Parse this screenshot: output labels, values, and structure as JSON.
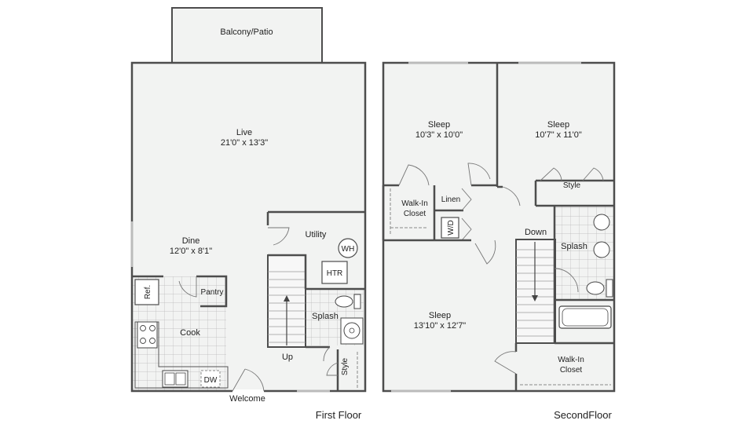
{
  "colors": {
    "background": "#ffffff",
    "room_fill": "#f2f3f2",
    "wall": "#4d4d4d",
    "tile_line": "#b8b8b8"
  },
  "first_floor": {
    "caption": "First Floor",
    "entry": "Welcome",
    "stair_label": "Up",
    "rooms": {
      "balcony": {
        "name": "Balcony/Patio"
      },
      "live": {
        "name": "Live",
        "dims": "21'0\" x 13'3\""
      },
      "dine": {
        "name": "Dine",
        "dims": "12'0\" x 8'1\""
      },
      "cook": {
        "name": "Cook"
      },
      "pantry": {
        "name": "Pantry"
      },
      "utility": {
        "name": "Utility"
      },
      "splash": {
        "name": "Splash"
      },
      "style": {
        "name": "Style"
      }
    },
    "fixtures": {
      "refrigerator": "Ref.",
      "water_heater": "WH",
      "heater": "HTR",
      "dishwasher": "DW"
    }
  },
  "second_floor": {
    "caption": "SecondFloor",
    "stair_label": "Down",
    "rooms": {
      "sleep_left": {
        "name": "Sleep",
        "dims": "10'3\" x 10'0\""
      },
      "sleep_right": {
        "name": "Sleep",
        "dims": "10'7\" x 11'0\""
      },
      "sleep_bottom": {
        "name": "Sleep",
        "dims": "13'10\" x 12'7\""
      },
      "walkin_top": {
        "name_line1": "Walk-In",
        "name_line2": "Closet"
      },
      "walkin_bottom": {
        "name_line1": "Walk-In",
        "name_line2": "Closet"
      },
      "linen": {
        "name": "Linen"
      },
      "style": {
        "name": "Style"
      },
      "splash": {
        "name": "Splash"
      }
    },
    "fixtures": {
      "washer_dryer": "W/D"
    }
  }
}
